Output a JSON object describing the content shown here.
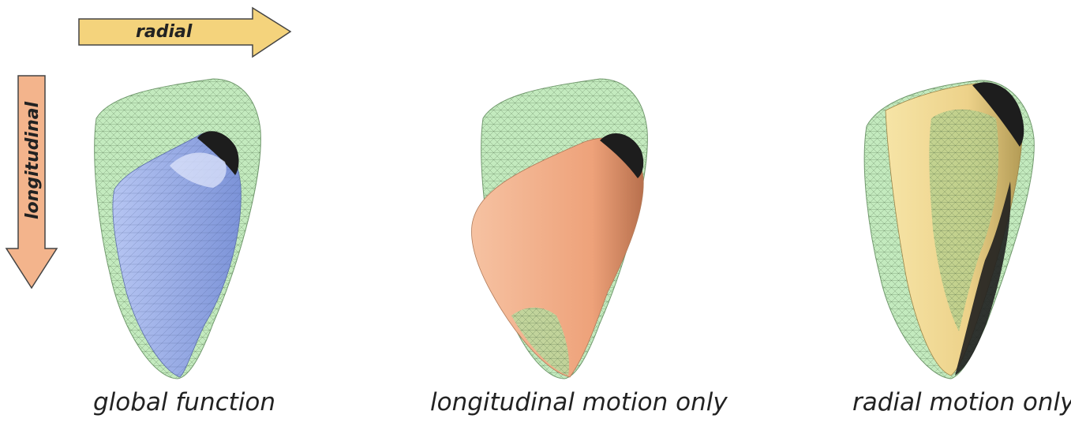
{
  "arrows": {
    "radial": {
      "label": "radial",
      "color": "#f4d37c"
    },
    "longitudinal": {
      "label": "longitudinal",
      "color": "#f3b48c"
    }
  },
  "panels": [
    {
      "caption": "global function",
      "inner_color": "#9fb4ee"
    },
    {
      "caption": "longitudinal motion only",
      "inner_color": "#f3b493"
    },
    {
      "caption": "radial motion only",
      "inner_color": "#f1dc98"
    }
  ],
  "mesh_color": "#b9e7b3"
}
